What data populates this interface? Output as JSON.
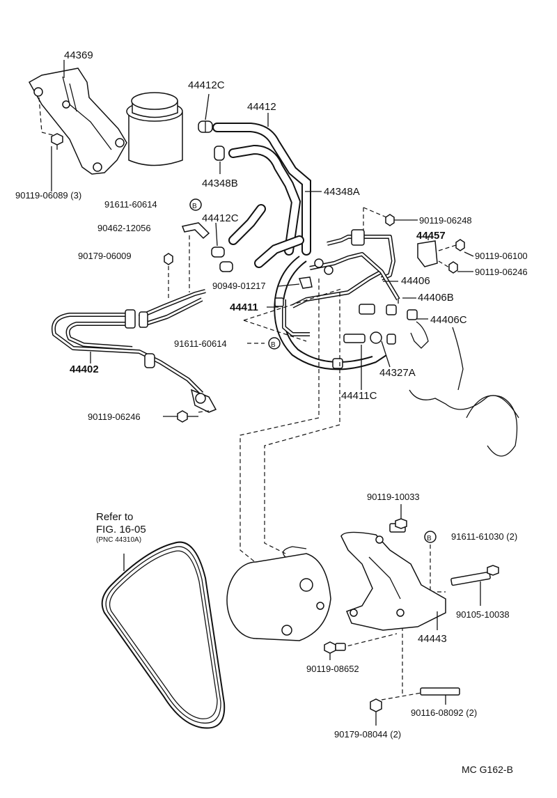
{
  "diagram": {
    "code": "MC G162-B",
    "note": {
      "line1": "Refer to",
      "line2": "FIG. 16-05",
      "line3": "(PNC 44310A)"
    },
    "b_symbol": "B",
    "labels": {
      "p44369": "44369",
      "p90119_06089": "90119-06089 (3)",
      "p44412C_top": "44412C",
      "p44412": "44412",
      "p44348B": "44348B",
      "p44348A": "44348A",
      "p91611_60614_top": "91611-60614",
      "p90462_12056": "90462-12056",
      "p44412C_mid": "44412C",
      "p90179_06009": "90179-06009",
      "p90949_01217": "90949-01217",
      "p44411": "44411",
      "p91611_60614_mid": "91611-60614",
      "p44402": "44402",
      "p90119_06246_left": "90119-06246",
      "p90119_06248": "90119-06248",
      "p44457": "44457",
      "p90119_06100": "90119-06100",
      "p90119_06246_right": "90119-06246",
      "p44406": "44406",
      "p44406B": "44406B",
      "p44406C": "44406C",
      "p44327A": "44327A",
      "p44411C": "44411C",
      "p90119_10033": "90119-10033",
      "p91611_61030": "91611-61030 (2)",
      "p90105_10038": "90105-10038",
      "p44443": "44443",
      "p90119_08652": "90119-08652",
      "p90116_08092": "90116-08092 (2)",
      "p90179_08044": "90179-08044 (2)"
    }
  }
}
